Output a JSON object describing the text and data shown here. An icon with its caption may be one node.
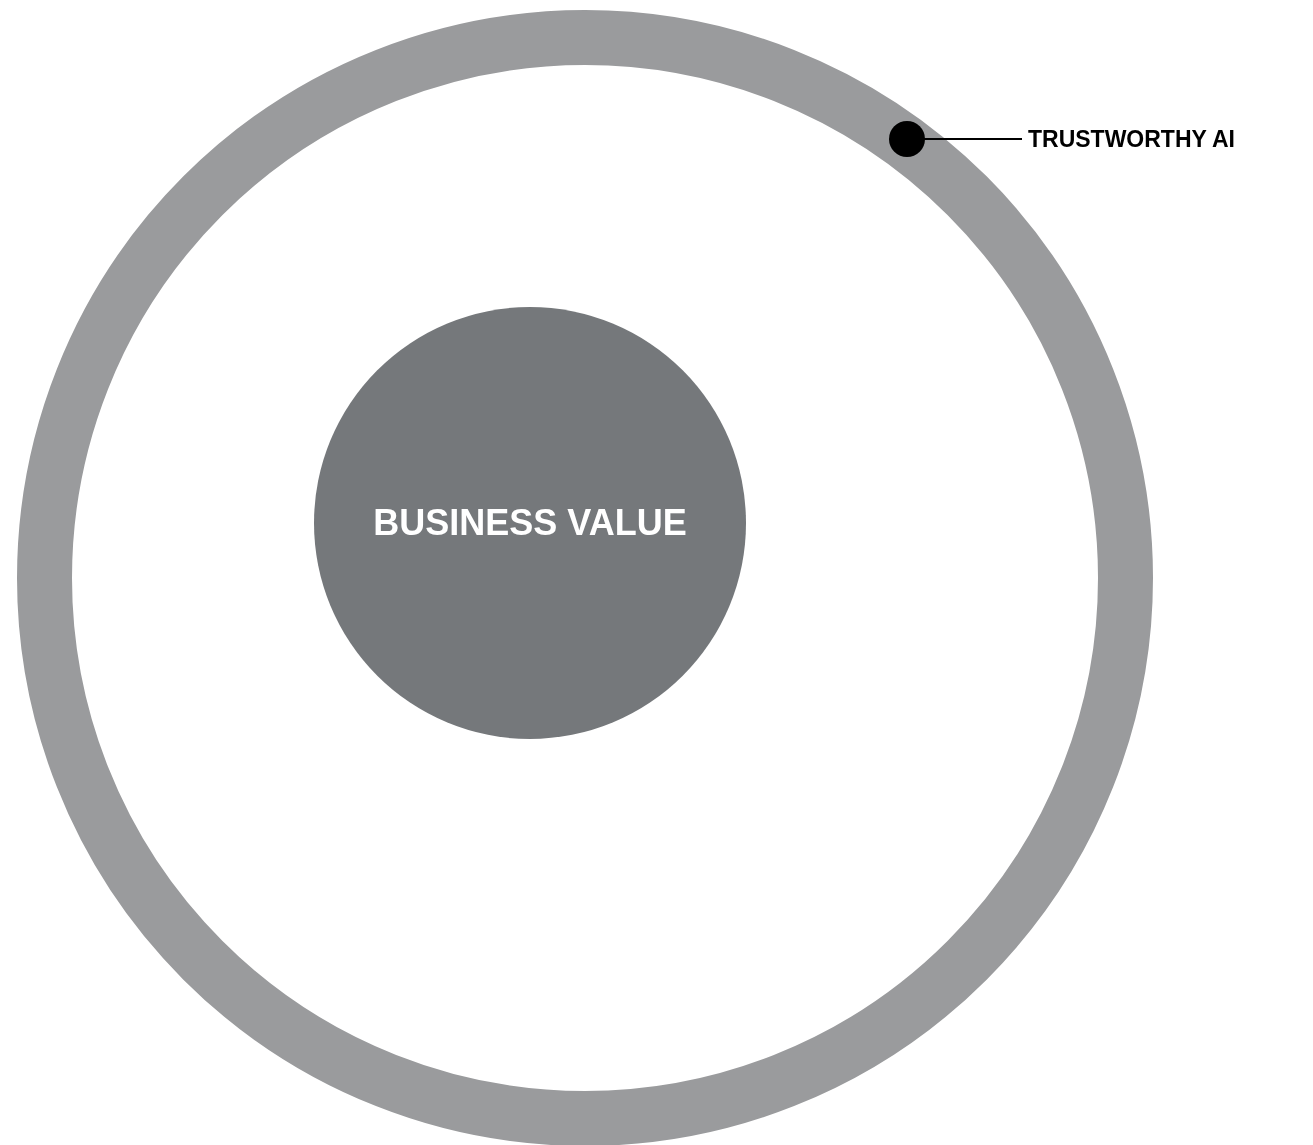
{
  "diagram": {
    "nodes": [
      {
        "text": [],
        "shape": "circle"
      },
      {
        "text": [
          "BUSINESS VALUE"
        ],
        "in": 0
      },
      {
        "text": [
          "TRUSTWORTHY AI"
        ]
      }
    ],
    "edges": [
      {
        "from": 2,
        "to": 0,
        "arrow": "other"
      }
    ]
  }
}
